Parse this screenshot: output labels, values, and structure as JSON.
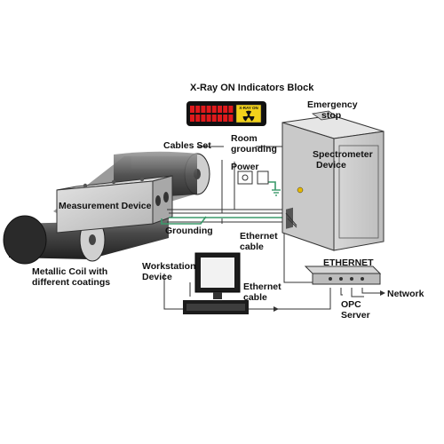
{
  "labels": {
    "xray_block": "X-Ray ON Indicators Block",
    "xray_badge": "X-RAY ON",
    "emergency_stop_1": "Emergency",
    "emergency_stop_2": "stop",
    "room_grounding_1": "Room",
    "room_grounding_2": "grounding",
    "cables_set": "Cables Set",
    "power": "Power",
    "spectrometer_1": "Spectrometer",
    "spectrometer_2": "Device",
    "measurement_device": "Measurement Device",
    "grounding": "Grounding",
    "ethernet_cable_top_1": "Ethernet",
    "ethernet_cable_top_2": "cable",
    "ethernet_switch": "ETHERNET",
    "workstation_1": "Workstation",
    "workstation_2": "Device",
    "metallic_coil_1": "Metallic Coil with",
    "metallic_coil_2": "different coatings",
    "ethernet_cable_bottom_1": "Ethernet",
    "ethernet_cable_bottom_2": "cable",
    "network": "Network",
    "opc_server_1": "OPC",
    "opc_server_2": "Server"
  },
  "colors": {
    "indicator_red": "#e0191b",
    "indicator_panel": "#111111",
    "badge_yellow": "#f2d21b",
    "grounding_wire": "#3a9a6a",
    "device_gray": "#c8c8c8",
    "coil_dark": "#3b3b3b"
  },
  "icons": {
    "xray_badge_icon": "radiation-trefoil-icon",
    "emergency_stop_icon": "emergency-stop-button-icon",
    "power_outlet_icon": "power-outlet-icon",
    "ground_symbol_icon": "ground-symbol-icon",
    "workstation_icon": "computer-monitor-icon"
  },
  "indicator_lamp_count": 16
}
